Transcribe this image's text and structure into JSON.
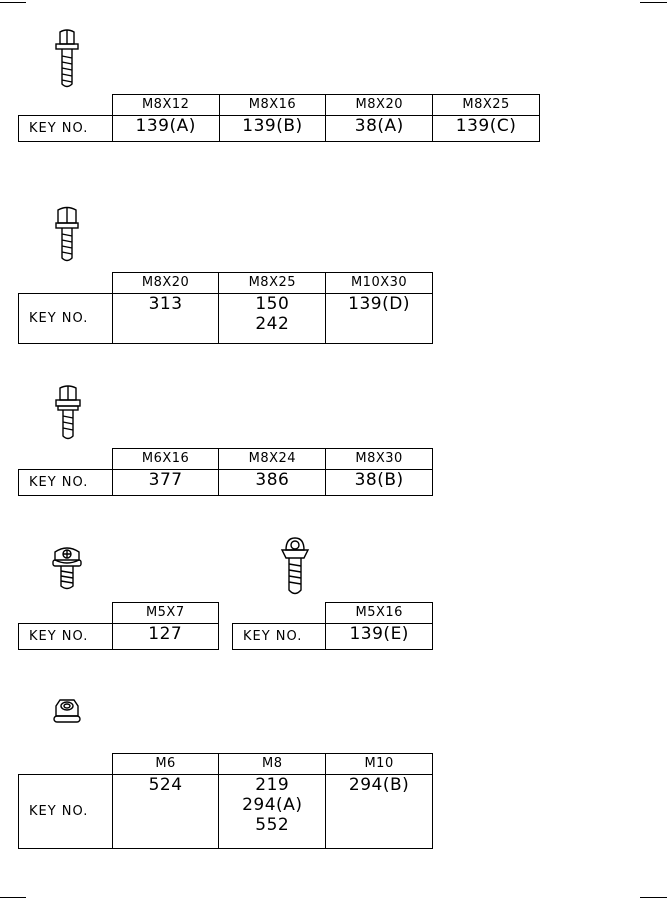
{
  "key_label": "KEY NO.",
  "tables": [
    {
      "sizes": [
        "M8X12",
        "M8X16",
        "M8X20",
        "M8X25"
      ],
      "keys": [
        [
          "139(A)"
        ],
        [
          "139(B)"
        ],
        [
          "38(A)"
        ],
        [
          "139(C)"
        ]
      ]
    },
    {
      "sizes": [
        "M8X20",
        "M8X25",
        "M10X30"
      ],
      "keys": [
        [
          "313"
        ],
        [
          "150",
          "242"
        ],
        [
          "139(D)"
        ]
      ]
    },
    {
      "sizes": [
        "M6X16",
        "M8X24",
        "M8X30"
      ],
      "keys": [
        [
          "377"
        ],
        [
          "386"
        ],
        [
          "38(B)"
        ]
      ]
    },
    {
      "sizes": [
        "M5X7"
      ],
      "keys": [
        [
          "127"
        ]
      ]
    },
    {
      "sizes": [
        "M5X16"
      ],
      "keys": [
        [
          "139(E)"
        ]
      ]
    },
    {
      "sizes": [
        "M6",
        "M8",
        "M10"
      ],
      "keys": [
        [
          "524"
        ],
        [
          "219",
          "294(A)",
          "552"
        ],
        [
          "294(B)"
        ]
      ]
    }
  ]
}
